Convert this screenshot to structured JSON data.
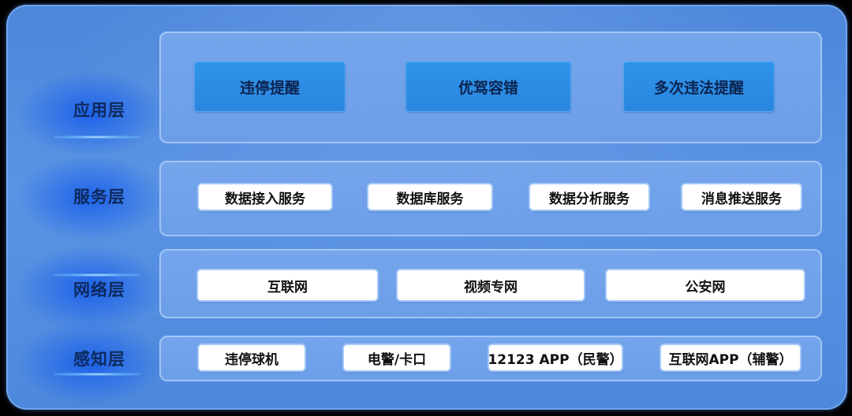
{
  "layers": {
    "application": {
      "label": "应用层",
      "items": [
        "违停提醒",
        "优驾容错",
        "多次违法提醒"
      ]
    },
    "service": {
      "label": "服务层",
      "items": [
        "数据接入服务",
        "数据库服务",
        "数据分析服务",
        "消息推送服务"
      ]
    },
    "network": {
      "label": "网络层",
      "items": [
        "互联网",
        "视频专网",
        "公安网"
      ]
    },
    "perception": {
      "label": "感知层",
      "items": [
        "违停球机",
        "电警/卡口",
        "12123 APP（民警）",
        "互联网APP（辅警）"
      ]
    }
  },
  "colors": {
    "background": "#000000",
    "frame": "#5a93e3",
    "panel": "#6c9ee8",
    "app_button": "#2a86de",
    "label_text": "#0d2a5c"
  }
}
